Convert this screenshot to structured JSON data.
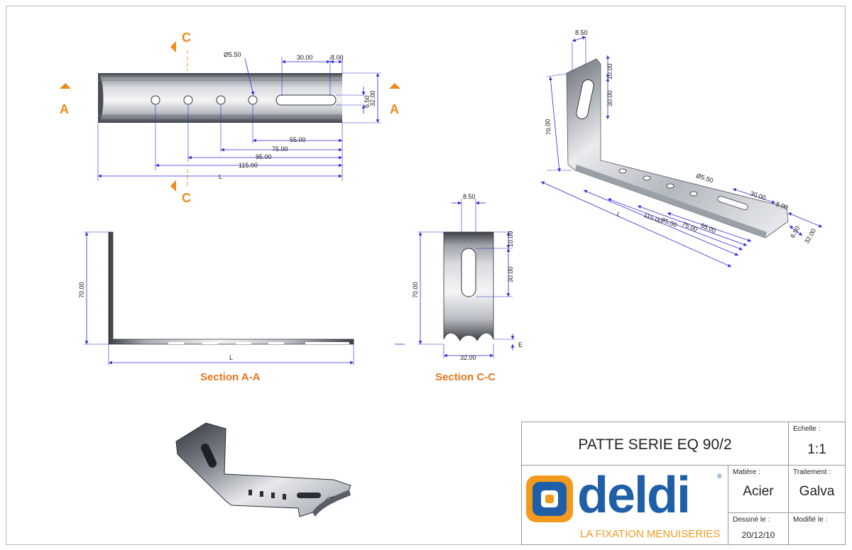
{
  "drawing": {
    "top_view": {
      "section_marks": {
        "a_left": "A",
        "a_right": "A",
        "c_top": "C",
        "c_bottom": "C"
      },
      "dims": {
        "hole_dia": "Ø5.50",
        "d30": "30.00",
        "d8": "8.00",
        "d650": "6.50",
        "d32": "32.00",
        "d55": "55.00",
        "d75": "75.00",
        "d95": "95.00",
        "d115": "115.00",
        "L": "L"
      }
    },
    "section_aa": {
      "title": "Section A-A",
      "dims": {
        "h70": "70.00",
        "L": "L"
      }
    },
    "section_cc": {
      "title": "Section C-C",
      "dims": {
        "w850": "8.50",
        "h10": "10.00",
        "h30": "30.00",
        "h70": "70.00",
        "w32": "32.00",
        "E": "E"
      }
    },
    "iso_view": {
      "dims": {
        "top850": "8.50",
        "top10": "10.00",
        "top30": "30.00",
        "h70": "70.00",
        "dia": "Ø5.50",
        "d30": "30.00",
        "d8": "8.00",
        "L": "L",
        "d115": "115.00",
        "d95": "95.00",
        "d75": "75.00",
        "d55": "55.00",
        "d650": "6.50",
        "d32": "32.00"
      }
    }
  },
  "title_block": {
    "title": "PATTE SERIE EQ 90/2",
    "echelle_label": "Echelle :",
    "echelle_value": "1:1",
    "matiere_label": "Matière :",
    "matiere_value": "Acier",
    "traitement_label": "Traitement :",
    "traitement_value": "Galva",
    "dessine_label": "Dessiné le :",
    "dessine_value": "20/12/10",
    "modifie_label": "Modifié le :",
    "modifie_value": "",
    "logo_text": "deldi",
    "logo_tagline": "LA FIXATION MENUISERIES",
    "logo_registered": "®"
  },
  "colors": {
    "dimension": "#2b2bd6",
    "section_label": "#f08a1c",
    "logo_blue": "#1e5fa8",
    "logo_orange": "#f39a1e",
    "steel_dark": "#5b5f66",
    "steel_light": "#e4e6ea"
  }
}
